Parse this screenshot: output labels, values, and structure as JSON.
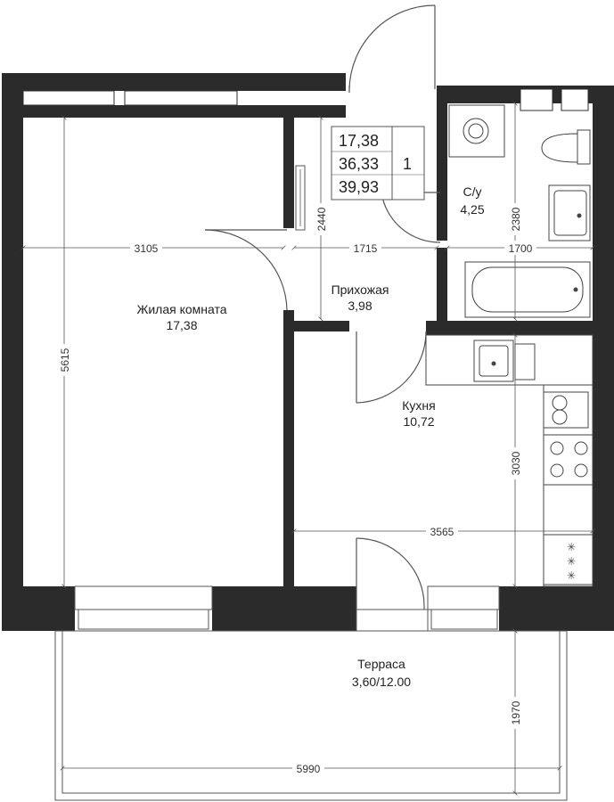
{
  "summary": {
    "living_area": "17,38",
    "total_area": "36,33",
    "total_area_with_terrace": "39,93",
    "rooms_count": "1"
  },
  "rooms": {
    "living": {
      "name": "Жилая комната",
      "area": "17,38"
    },
    "hall": {
      "name": "Прихожая",
      "area": "3,98"
    },
    "bath": {
      "name": "С/у",
      "area": "4,25"
    },
    "kitchen": {
      "name": "Кухня",
      "area": "10,72"
    },
    "terrace": {
      "name": "Терраса",
      "area": "3,60/12.00"
    }
  },
  "dimensions": {
    "living_width": "3105",
    "hall_width": "1715",
    "bath_width": "1700",
    "living_height": "5615",
    "hall_height": "2440",
    "bath_height": "2380",
    "kitchen_width": "3565",
    "kitchen_height": "3030",
    "terrace_width": "5990",
    "terrace_depth": "1970"
  },
  "colors": {
    "wall": "#2b2b2b",
    "line": "#555555",
    "fixture": "#444444"
  }
}
